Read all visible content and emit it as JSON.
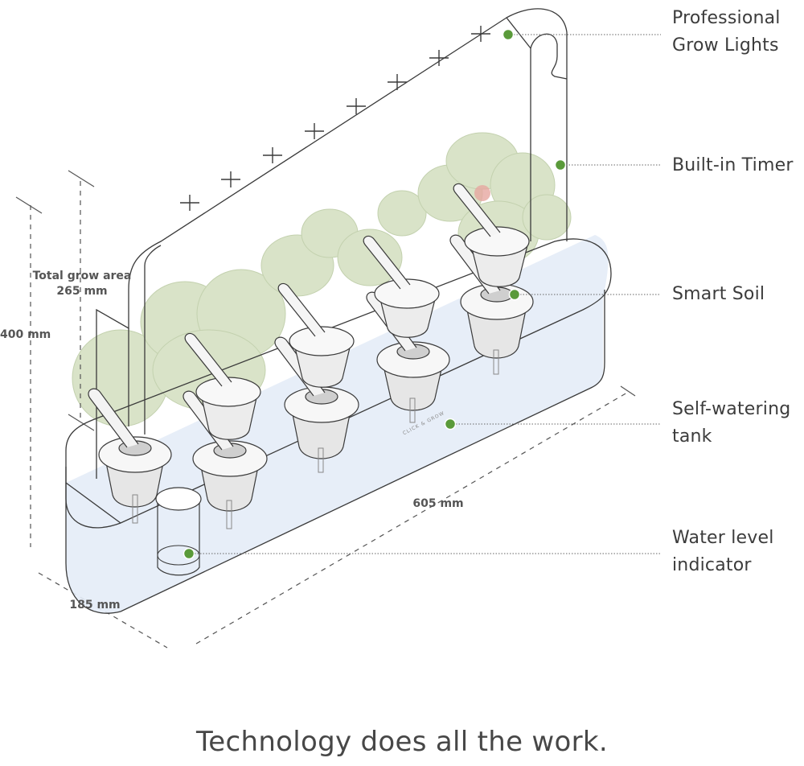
{
  "callouts": [
    {
      "id": "grow-lights",
      "label": "Professional\nGrow Lights"
    },
    {
      "id": "timer",
      "label": "Built-in Timer"
    },
    {
      "id": "soil",
      "label": "Smart Soil"
    },
    {
      "id": "tank",
      "label": "Self-watering\ntank"
    },
    {
      "id": "water-level",
      "label": "Water level\nindicator"
    }
  ],
  "dimensions": {
    "grow_area": "Total grow area\n265 mm",
    "height": "400 mm",
    "length": "605 mm",
    "depth": "185 mm"
  },
  "brand_mark": "CLICK & GROW",
  "tagline": "Technology does all the work.",
  "colors": {
    "marker": "#5a9a3a",
    "line": "#3a3a3a",
    "water": "#e3ebf6",
    "foliage": "#cfdcb8",
    "text": "#3c3c3c"
  }
}
